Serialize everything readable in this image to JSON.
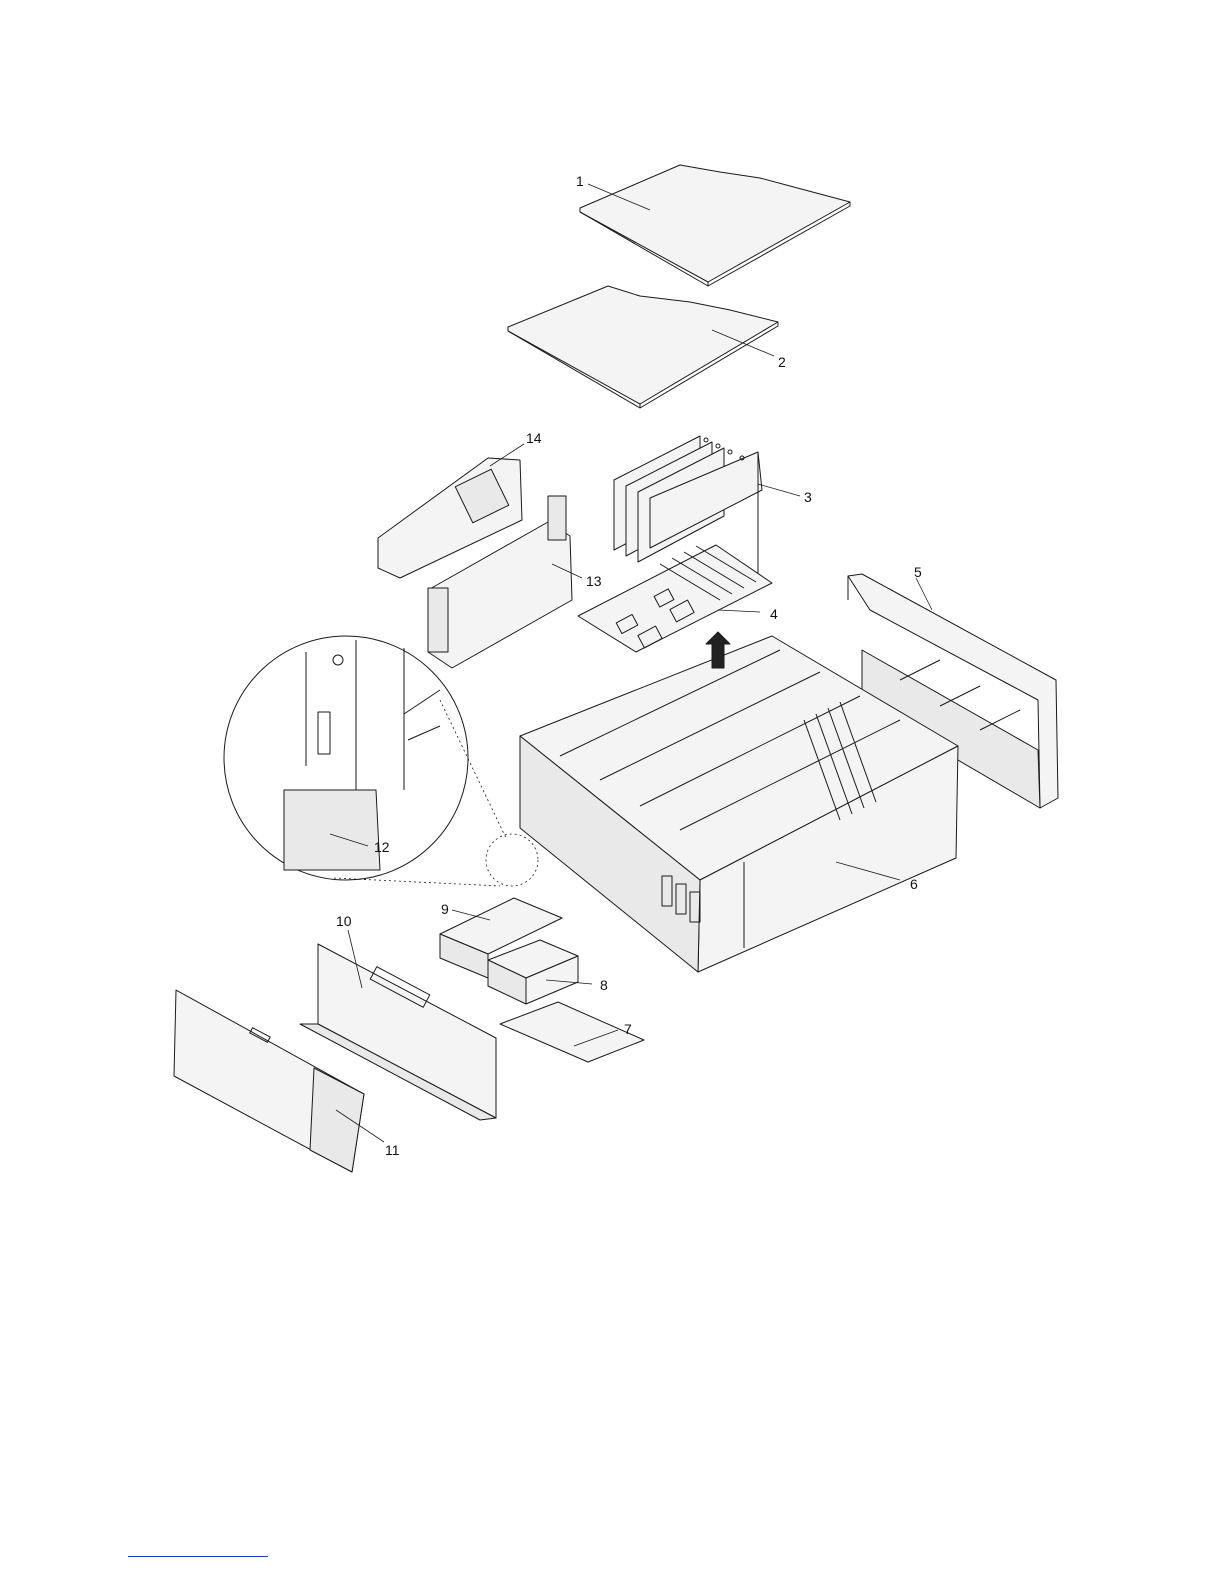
{
  "figure": {
    "callouts": [
      {
        "id": "1",
        "text": "1"
      },
      {
        "id": "2",
        "text": "2"
      },
      {
        "id": "3",
        "text": "3"
      },
      {
        "id": "4",
        "text": "4"
      },
      {
        "id": "5",
        "text": "5"
      },
      {
        "id": "6",
        "text": "6"
      },
      {
        "id": "7",
        "text": "7"
      },
      {
        "id": "8",
        "text": "8"
      },
      {
        "id": "9",
        "text": "9"
      },
      {
        "id": "10",
        "text": "10"
      },
      {
        "id": "11",
        "text": "11"
      },
      {
        "id": "12",
        "text": "12"
      },
      {
        "id": "13",
        "text": "13"
      },
      {
        "id": "14",
        "text": "14"
      }
    ]
  },
  "footnote_rule_color": "#1a3fb8"
}
